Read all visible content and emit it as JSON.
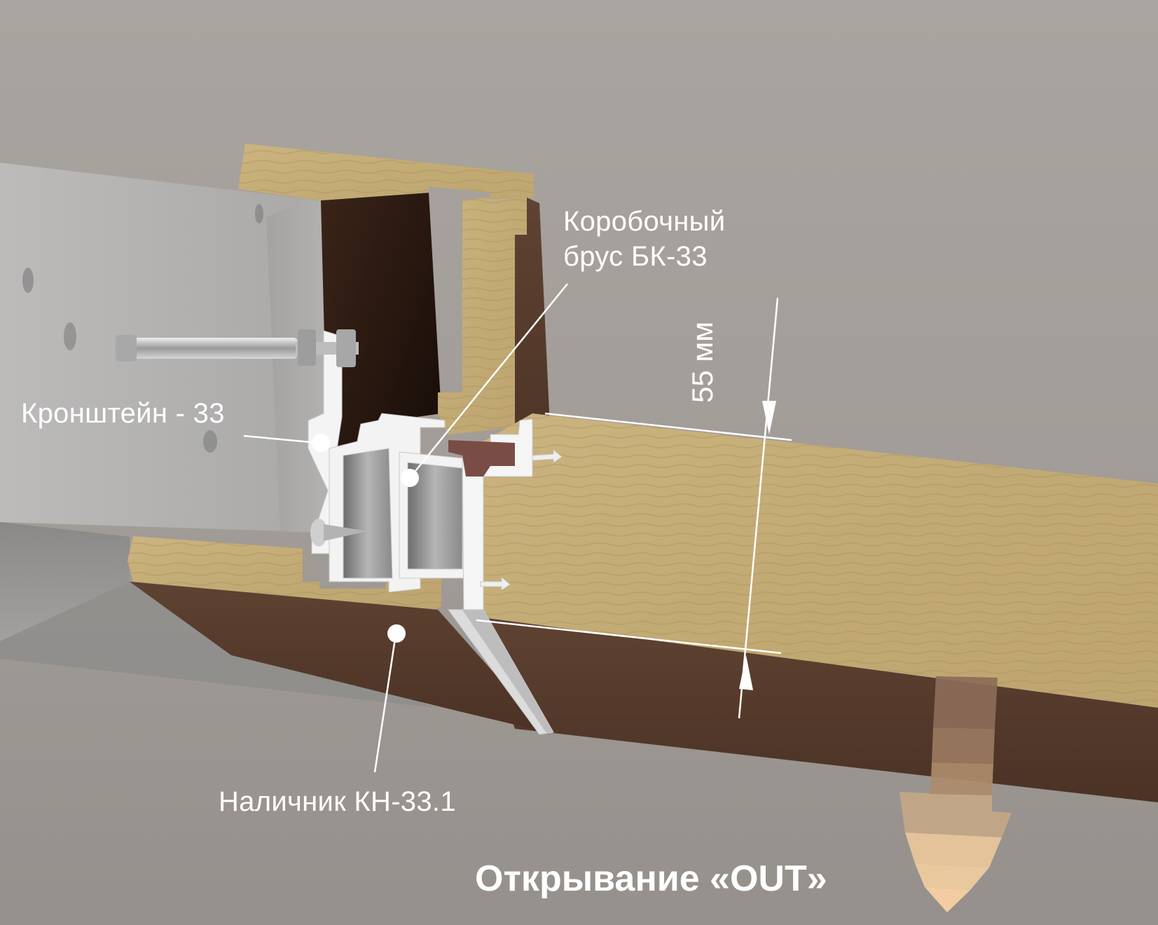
{
  "diagram": {
    "subject": "door frame cross-section (outward opening)",
    "colors": {
      "background_top": "#a7a29d",
      "background_bottom": "#97928d",
      "wall_gray": "#b4b3b2",
      "wall_gray_dark": "#8f8e8d",
      "wood_light": "#c9b27c",
      "wood_mid": "#b89e66",
      "wood_brown": "#5b3f2e",
      "wood_brown_dark": "#3a2519",
      "aluminium": "#f2f2f2",
      "aluminium_shadow": "#9a9a9a",
      "seal": "#7a4c46",
      "annotation": "#ffffff",
      "arrow_top": "#8a6c55",
      "arrow_tip": "#f8d0a0"
    },
    "labels": {
      "frame_beam_line1": "Коробочный",
      "frame_beam_line2": "брус БК-33",
      "bracket": "Кронштейн - 33",
      "casing": "Наличник  КН-33.1",
      "opening": "Открывание  «OUT»"
    },
    "dimension": {
      "value": "55 мм"
    },
    "callouts": [
      {
        "name": "frame-beam-callout",
        "target": "frame_beam"
      },
      {
        "name": "bracket-callout",
        "target": "bracket"
      },
      {
        "name": "casing-callout",
        "target": "casing"
      }
    ],
    "opening_arrow": {
      "direction": "down",
      "bands": [
        "#8b6d58",
        "#9a7a60",
        "#ad8c6c",
        "#c4a887",
        "#d9bb94",
        "#ebc89d",
        "#f9d3a3"
      ]
    }
  }
}
